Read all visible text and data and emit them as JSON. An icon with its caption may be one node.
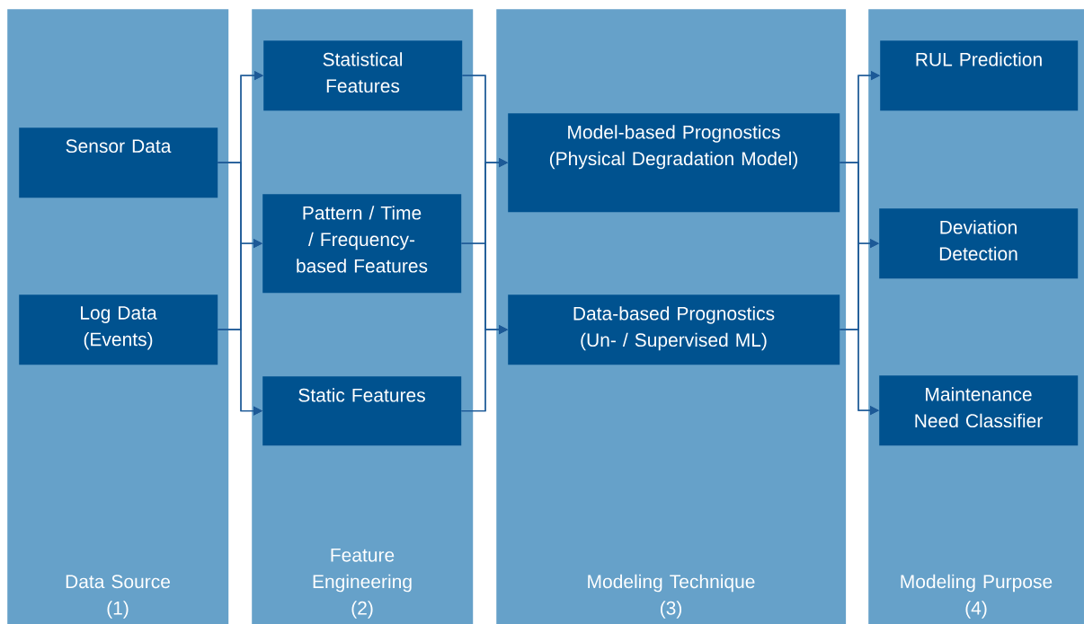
{
  "diagram": {
    "nodes": [
      {
        "text": [
          "Data Source",
          "(1)"
        ]
      },
      {
        "text": [
          "Sensor Data"
        ],
        "in": 0
      },
      {
        "text": [
          "Log Data (Events)"
        ],
        "in": 0
      },
      {
        "text": [
          "Feature Engineering",
          "(2)"
        ]
      },
      {
        "text": [
          "Statistical Features"
        ],
        "in": 3
      },
      {
        "text": [
          "Pattern / Time / Frequency-based Features"
        ],
        "in": 3
      },
      {
        "text": [
          "Static Features"
        ],
        "in": 3
      },
      {
        "text": [
          "Modeling Technique",
          "(3)"
        ]
      },
      {
        "text": [
          "Model-based Prognostics (Physical Degradation Model)"
        ],
        "in": 7
      },
      {
        "text": [
          "Data-based Prognostics (Un- / Supervised ML)"
        ],
        "in": 7
      },
      {
        "text": [
          "Modeling Purpose",
          "(4)"
        ]
      },
      {
        "text": [
          "RUL Prediction"
        ],
        "in": 10
      },
      {
        "text": [
          "Deviation Detection"
        ],
        "in": 10
      },
      {
        "text": [
          "Maintenance Need Classifier"
        ],
        "in": 10
      }
    ],
    "edges": [
      {
        "from": 1,
        "to": 4,
        "arrow": "to"
      },
      {
        "from": 1,
        "to": 5,
        "arrow": "to"
      },
      {
        "from": 1,
        "to": 6,
        "arrow": "to"
      },
      {
        "from": 2,
        "to": 4,
        "arrow": "to"
      },
      {
        "from": 2,
        "to": 5,
        "arrow": "to"
      },
      {
        "from": 2,
        "to": 6,
        "arrow": "to"
      },
      {
        "from": 4,
        "to": 8,
        "arrow": "to"
      },
      {
        "from": 4,
        "to": 9,
        "arrow": "to"
      },
      {
        "from": 5,
        "to": 8,
        "arrow": "to"
      },
      {
        "from": 5,
        "to": 9,
        "arrow": "to"
      },
      {
        "from": 6,
        "to": 8,
        "arrow": "to"
      },
      {
        "from": 6,
        "to": 9,
        "arrow": "to"
      },
      {
        "from": 8,
        "to": 11,
        "arrow": "to"
      },
      {
        "from": 8,
        "to": 12,
        "arrow": "to"
      },
      {
        "from": 8,
        "to": 13,
        "arrow": "to"
      },
      {
        "from": 9,
        "to": 11,
        "arrow": "to"
      },
      {
        "from": 9,
        "to": 12,
        "arrow": "to"
      },
      {
        "from": 9,
        "to": 13,
        "arrow": "to"
      }
    ]
  }
}
